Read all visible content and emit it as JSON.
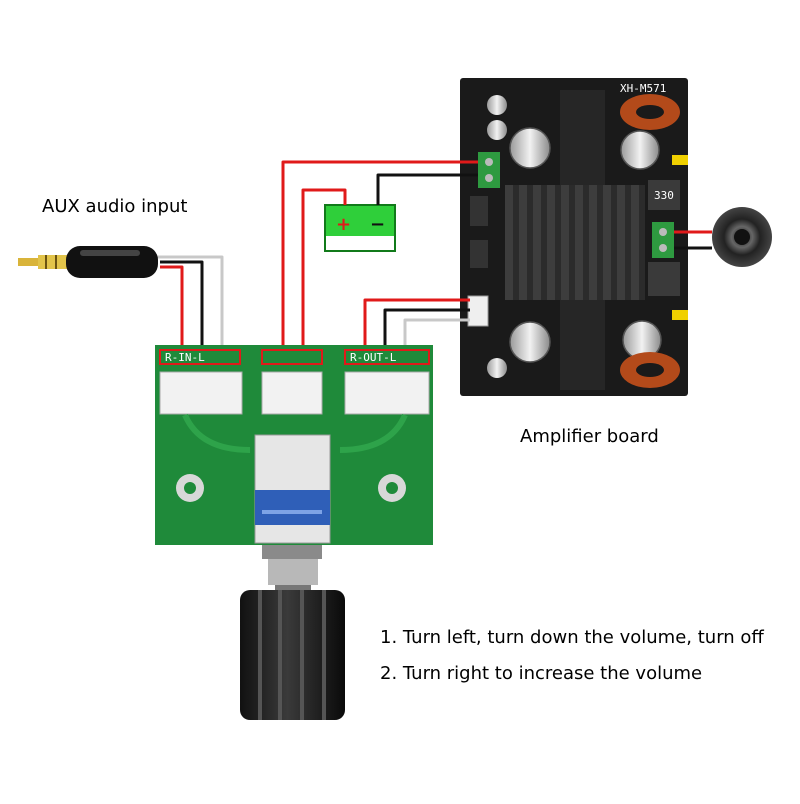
{
  "labels": {
    "aux_input": "AUX audio input",
    "amplifier_board": "Amplifier board"
  },
  "instructions": [
    "1. Turn left, turn down the volume, turn off",
    "2. Turn right to increase the volume"
  ],
  "silkscreen": {
    "in_header": "R-IN-L",
    "out_header": "R-OUT-L",
    "battery_plus": "+",
    "battery_minus": "−",
    "inductor_code": "330",
    "board_model": "XH-M571"
  },
  "colors": {
    "wire_red": "#e01a1a",
    "wire_black": "#111111",
    "wire_grey": "#c8c8c8",
    "pcb_green": "#1f8a3a",
    "amp_board": "#1a1a1a",
    "battery_green": "#2fcf3a",
    "potentiometer_blue": "#2f5fb8"
  }
}
